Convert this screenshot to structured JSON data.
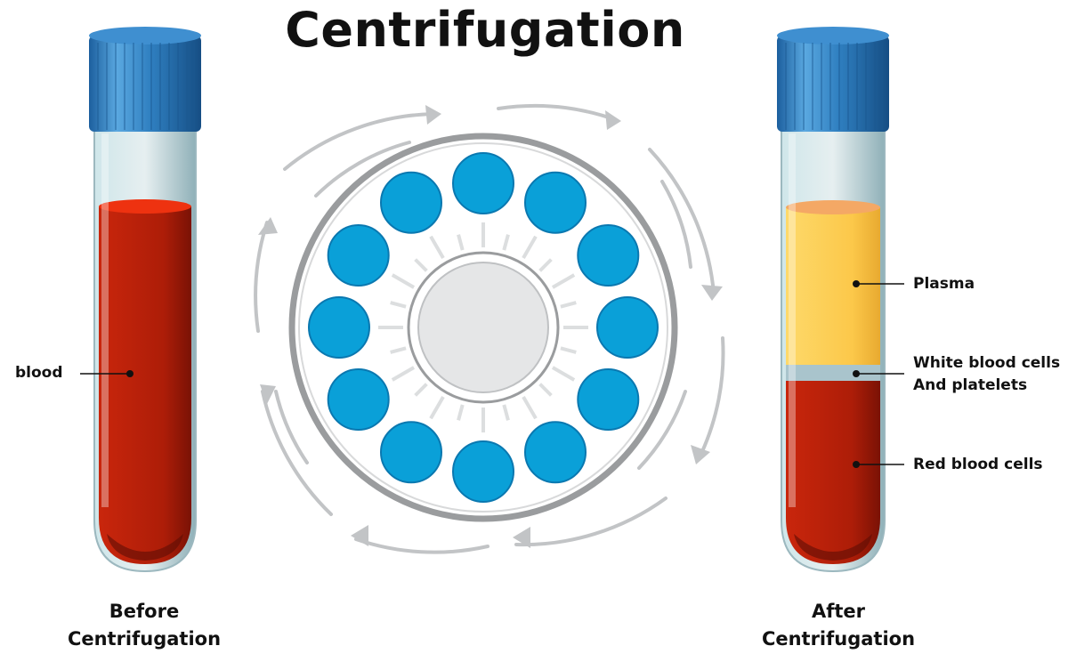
{
  "title": "Centrifugation",
  "left_tube": {
    "label": "blood",
    "caption_line1": "Before",
    "caption_line2": "Centrifugation"
  },
  "right_tube": {
    "plasma_label": "Plasma",
    "wbc_label_line1": "White blood cells",
    "wbc_label_line2": "And platelets",
    "rbc_label": "Red blood cells",
    "caption_line1": "After",
    "caption_line2": "Centrifugation"
  },
  "colors": {
    "cap": "#2f7fc0",
    "blood": "#b01e0a",
    "plasma": "#fcc84a",
    "buffy_coat": "#a9c4cc",
    "rotor_slot": "#0aa0d8",
    "arrow": "#c2c4c6"
  }
}
